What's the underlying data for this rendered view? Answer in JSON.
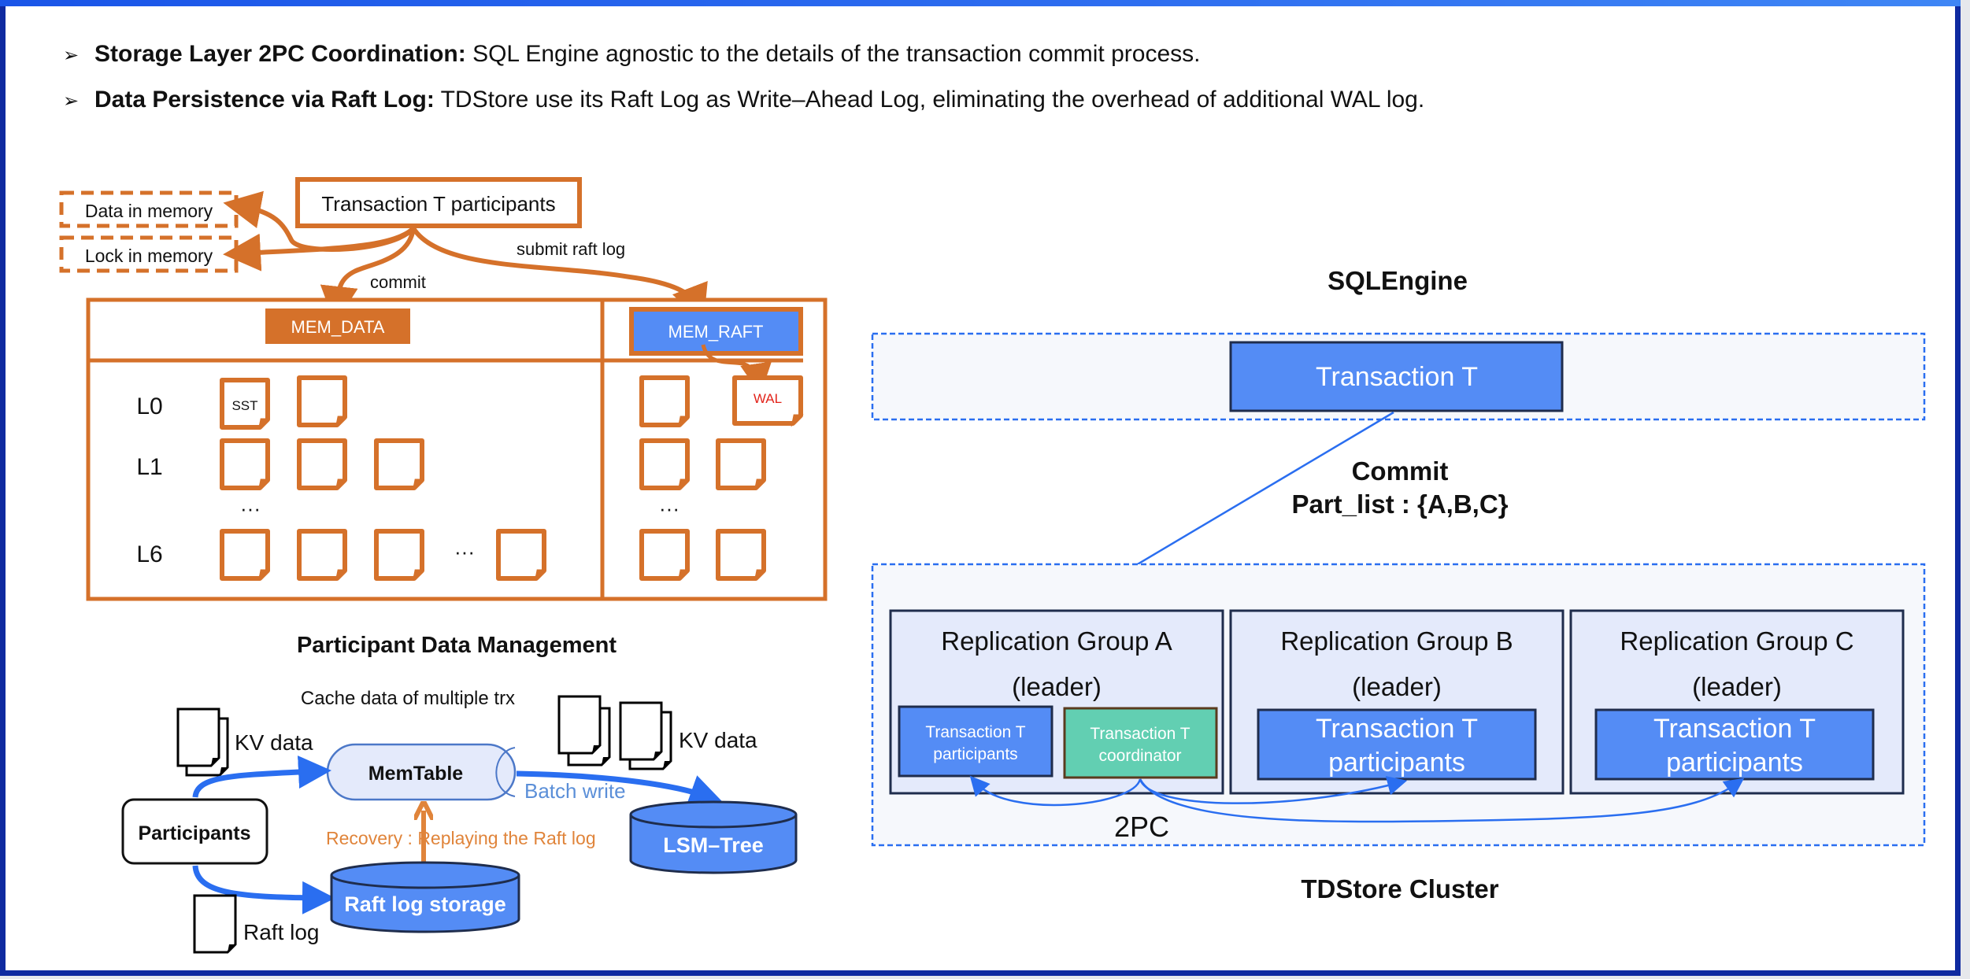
{
  "bullets": [
    {
      "icon": "arrowhead-bullet-icon",
      "title": "Storage Layer 2PC Coordination:",
      "text": " SQL Engine agnostic to the details of the transaction commit process."
    },
    {
      "icon": "arrowhead-bullet-icon",
      "title": "Data Persistence via Raft Log:",
      "text": " TDStore use its Raft Log as Write–Ahead Log, eliminating the overhead of additional WAL log."
    }
  ],
  "lsm_diagram": {
    "source": "Transaction T participants",
    "memory_boxes": [
      "Data in memory",
      "Lock in memory"
    ],
    "edge_labels": {
      "commit": "commit",
      "submit": "submit raft log"
    },
    "mem_data": "MEM_DATA",
    "mem_raft": "MEM_RAFT",
    "levels": [
      "L0",
      "L1",
      "L6"
    ],
    "ellipsis": "···",
    "sst_label": "SST",
    "wal_label": "WAL"
  },
  "participant_diagram": {
    "title": "Participant Data Management",
    "cache_label": "Cache data of multiple trx",
    "kv_label_left": "KV data",
    "kv_label_right": "KV data",
    "memtable": "MemTable",
    "batch_write": "Batch write",
    "participants": "Participants",
    "recovery": "Recovery : Replaying the Raft log",
    "lsm_tree": "LSM–Tree",
    "raft_storage": "Raft log storage",
    "raft_log": "Raft log"
  },
  "cluster_diagram": {
    "sql_engine_title": "SQLEngine",
    "transaction": "Transaction T",
    "commit_line1": "Commit",
    "commit_line2": "Part_list : {A,B,C}",
    "groups": [
      {
        "name": "Replication Group A",
        "role": "(leader)",
        "participant_l1": "Transaction T",
        "participant_l2": "participants",
        "coordinator_l1": "Transaction T",
        "coordinator_l2": "coordinator"
      },
      {
        "name": "Replication Group B",
        "role": "(leader)",
        "participant_l1": "Transaction T",
        "participant_l2": "participants"
      },
      {
        "name": "Replication Group C",
        "role": "(leader)",
        "participant_l1": "Transaction T",
        "participant_l2": "participants"
      }
    ],
    "protocol_label": "2PC",
    "cluster_title": "TDStore Cluster"
  },
  "colors": {
    "orange": "#d5712a",
    "blue": "#548cf5",
    "arrow_blue": "#2a6ef0",
    "teal": "#62cfb2",
    "group_fill": "#e4eafb",
    "dark_border": "#1f2d4d",
    "wal_red": "#e2231a",
    "batch_text": "#5b8fd8",
    "recovery_text": "#e0843a"
  }
}
